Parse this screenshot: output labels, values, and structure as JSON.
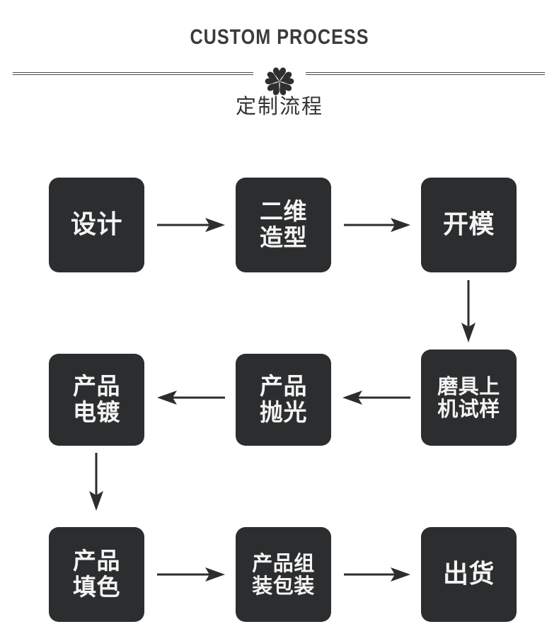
{
  "header": {
    "title": "CUSTOM PROCESS",
    "subtitle": "定制流程",
    "ornament_icon": "five-petal-flower-icon",
    "title_color": "#3b3b3b",
    "divider_color": "#4b4b4b"
  },
  "flow": {
    "node_bg_color": "#2b2d2e",
    "node_text_color": "#f4f4f4",
    "arrow_color": "#2b2d2e",
    "nodes": [
      {
        "id": "design",
        "label": "设计",
        "lines": 1,
        "row": 1,
        "col": 1
      },
      {
        "id": "2d-modeling",
        "label": "二维\n造型",
        "lines": 2,
        "row": 1,
        "col": 2
      },
      {
        "id": "mold-opening",
        "label": "开模",
        "lines": 1,
        "row": 1,
        "col": 3
      },
      {
        "id": "mold-trial",
        "label": "磨具上\n机试样",
        "lines": 2,
        "row": 2,
        "col": 3
      },
      {
        "id": "polishing",
        "label": "产品\n抛光",
        "lines": 2,
        "row": 2,
        "col": 2
      },
      {
        "id": "electroplating",
        "label": "产品\n电镀",
        "lines": 2,
        "row": 2,
        "col": 1
      },
      {
        "id": "color-filling",
        "label": "产品\n填色",
        "lines": 2,
        "row": 3,
        "col": 1
      },
      {
        "id": "assembly-packing",
        "label": "产品组\n装包装",
        "lines": 2,
        "row": 3,
        "col": 2
      },
      {
        "id": "shipping",
        "label": "出货",
        "lines": 1,
        "row": 3,
        "col": 3
      }
    ],
    "connectors": [
      {
        "id": "design-to-2d-modeling",
        "from": "design",
        "to": "2d-modeling",
        "direction": "right"
      },
      {
        "id": "2d-modeling-to-mold-opening",
        "from": "2d-modeling",
        "to": "mold-opening",
        "direction": "right"
      },
      {
        "id": "mold-opening-to-mold-trial",
        "from": "mold-opening",
        "to": "mold-trial",
        "direction": "down"
      },
      {
        "id": "mold-trial-to-polishing",
        "from": "mold-trial",
        "to": "polishing",
        "direction": "left"
      },
      {
        "id": "polishing-to-electroplating",
        "from": "polishing",
        "to": "electroplating",
        "direction": "left"
      },
      {
        "id": "electroplating-to-color-filling",
        "from": "electroplating",
        "to": "color-filling",
        "direction": "down"
      },
      {
        "id": "color-filling-to-assembly",
        "from": "color-filling",
        "to": "assembly-packing",
        "direction": "right"
      },
      {
        "id": "assembly-to-shipping",
        "from": "assembly-packing",
        "to": "shipping",
        "direction": "right"
      }
    ]
  }
}
